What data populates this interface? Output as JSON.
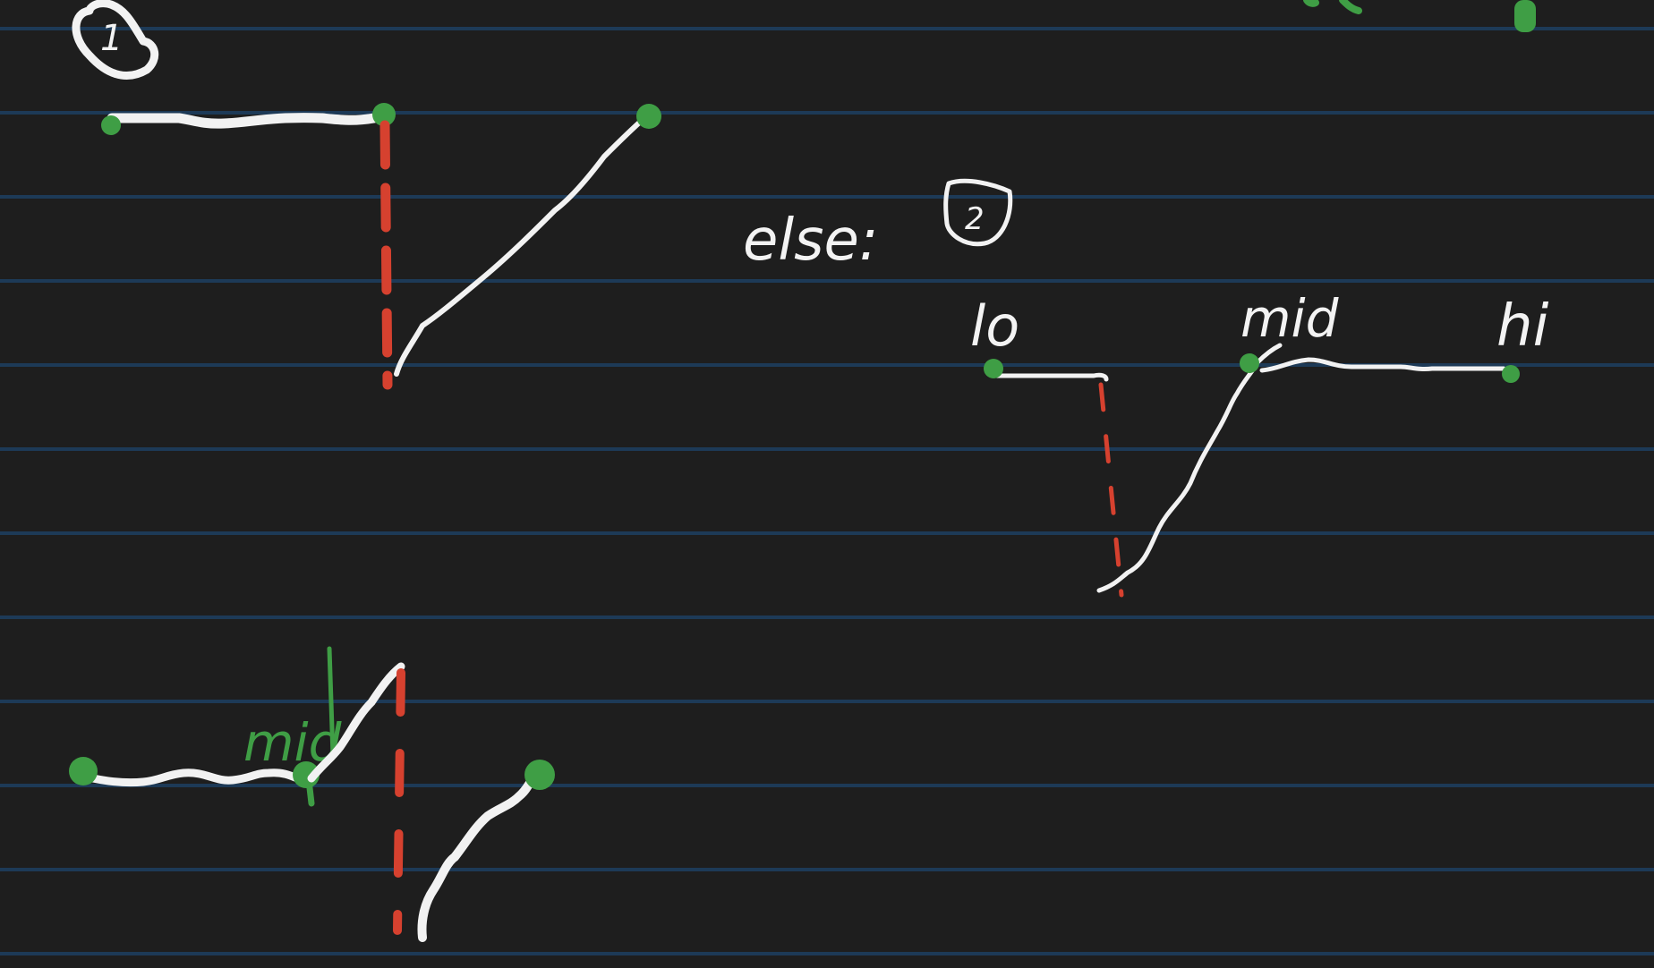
{
  "page": {
    "background": "#1e1e1e",
    "rule_color": "#1d3a57"
  },
  "colors": {
    "ink": "#f2f2f2",
    "marker": "#3f9e45",
    "cut": "#d6412f"
  },
  "figures": {
    "case_one": {
      "label": "1",
      "description_icon": "circled-number"
    },
    "case_two": {
      "caption": "else:",
      "label": "2",
      "lo_label": "lo",
      "mid_label": "mid",
      "hi_label": "hi"
    },
    "case_three": {
      "mid_label": "mid"
    }
  }
}
